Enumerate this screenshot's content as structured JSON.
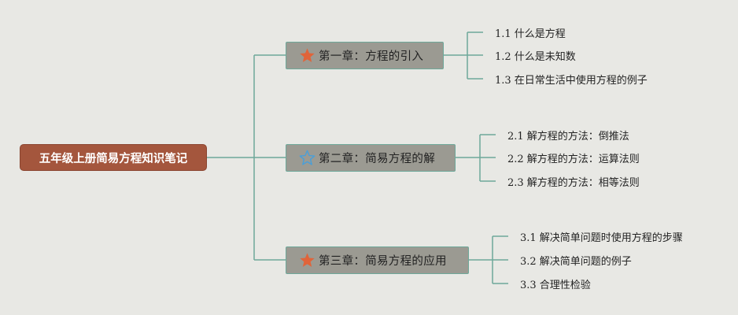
{
  "root": {
    "label": "五年级上册简易方程知识笔记"
  },
  "colors": {
    "background": "#e8e8e4",
    "root_fill": "#a4563d",
    "chapter_fill": "#9b9a92",
    "connector": "#6ea89a",
    "star_filled": "#e0643a",
    "star_outline": "#4a9fd8"
  },
  "chapters": [
    {
      "label": "第一章：方程的引入",
      "icon": "filled-star-icon",
      "items": [
        "1.1 什么是方程",
        "1.2 什么是未知数",
        "1.3 在日常生活中使用方程的例子"
      ]
    },
    {
      "label": "第二章：简易方程的解",
      "icon": "outline-star-icon",
      "items": [
        "2.1 解方程的方法：倒推法",
        "2.2 解方程的方法：运算法则",
        "2.3 解方程的方法：相等法则"
      ]
    },
    {
      "label": "第三章：简易方程的应用",
      "icon": "filled-star-icon",
      "items": [
        "3.1 解决简单问题时使用方程的步骤",
        "3.2 解决简单问题的例子",
        "3.3 合理性检验"
      ]
    }
  ]
}
